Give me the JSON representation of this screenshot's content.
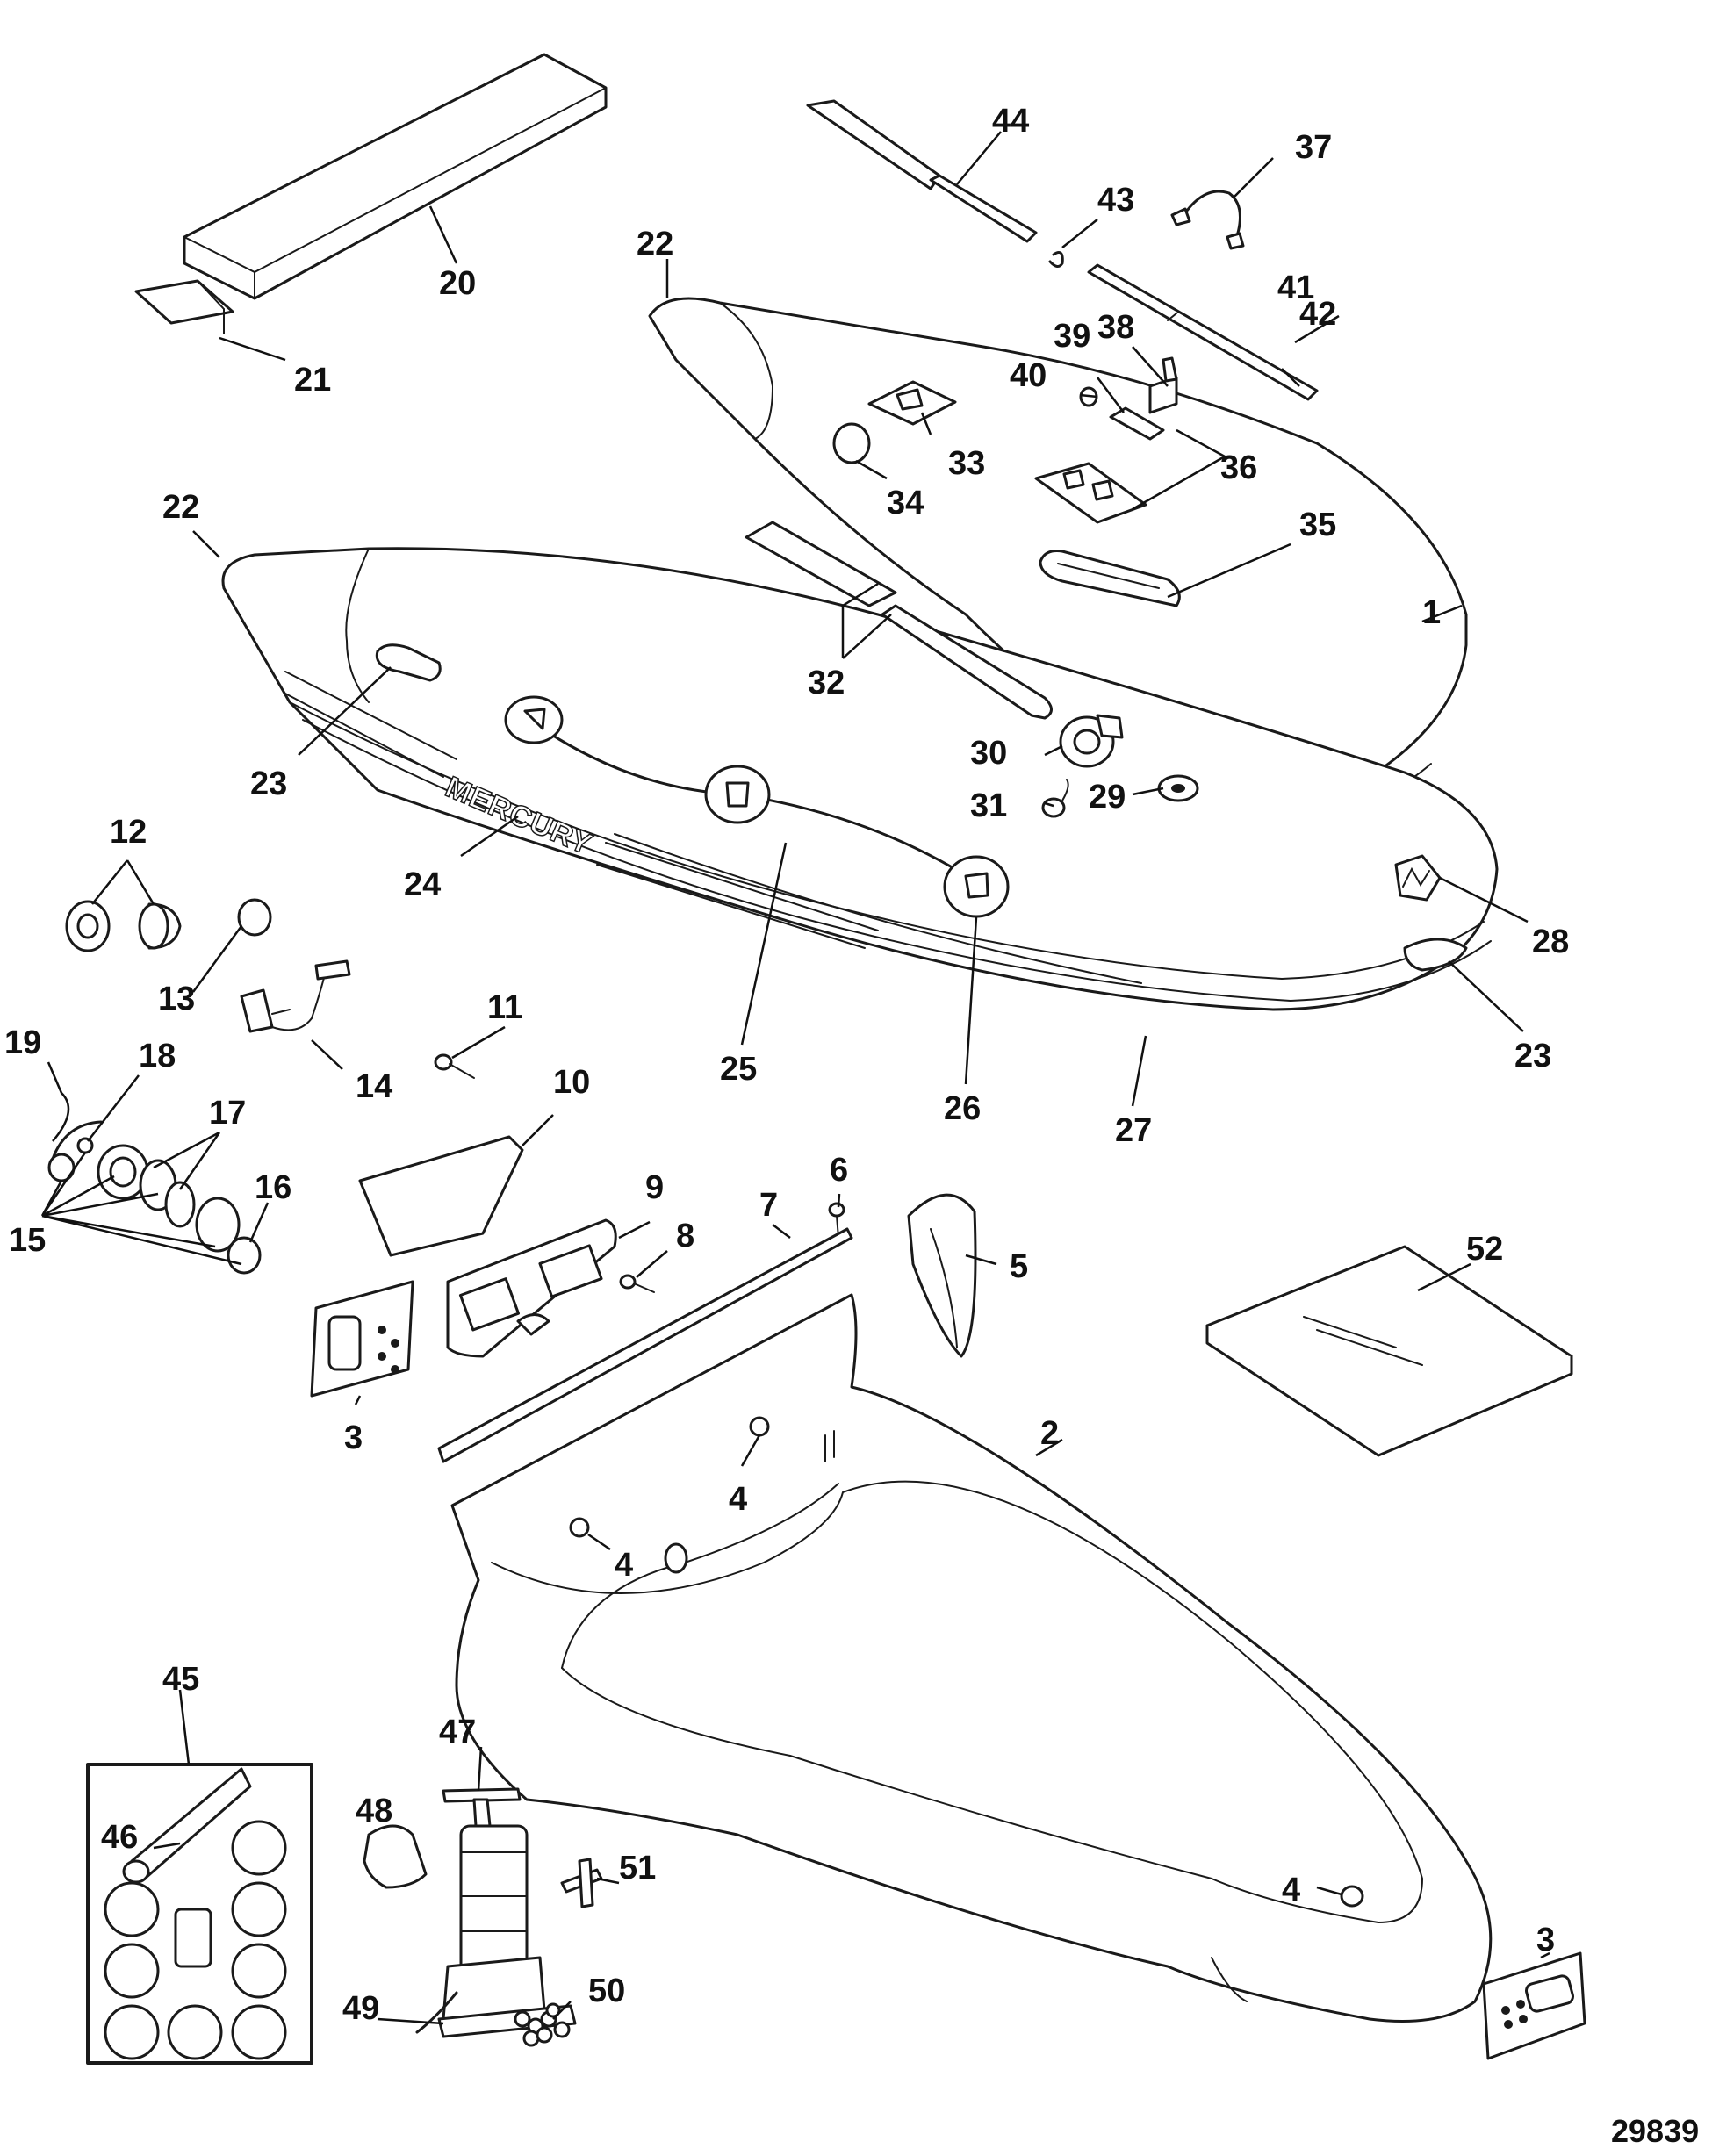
{
  "figure_number": "29839",
  "brand_logo_text": "MERCURY",
  "callouts": [
    {
      "id": "c1",
      "label": "1"
    },
    {
      "id": "c2",
      "label": "2"
    },
    {
      "id": "c3a",
      "label": "3"
    },
    {
      "id": "c3b",
      "label": "3"
    },
    {
      "id": "c4a",
      "label": "4"
    },
    {
      "id": "c4b",
      "label": "4"
    },
    {
      "id": "c4c",
      "label": "4"
    },
    {
      "id": "c5",
      "label": "5"
    },
    {
      "id": "c6",
      "label": "6"
    },
    {
      "id": "c7",
      "label": "7"
    },
    {
      "id": "c8",
      "label": "8"
    },
    {
      "id": "c9",
      "label": "9"
    },
    {
      "id": "c10",
      "label": "10"
    },
    {
      "id": "c11",
      "label": "11"
    },
    {
      "id": "c12",
      "label": "12"
    },
    {
      "id": "c13",
      "label": "13"
    },
    {
      "id": "c14",
      "label": "14"
    },
    {
      "id": "c15",
      "label": "15"
    },
    {
      "id": "c16",
      "label": "16"
    },
    {
      "id": "c17",
      "label": "17"
    },
    {
      "id": "c18",
      "label": "18"
    },
    {
      "id": "c19",
      "label": "19"
    },
    {
      "id": "c20",
      "label": "20"
    },
    {
      "id": "c21",
      "label": "21"
    },
    {
      "id": "c22a",
      "label": "22"
    },
    {
      "id": "c22b",
      "label": "22"
    },
    {
      "id": "c23a",
      "label": "23"
    },
    {
      "id": "c23b",
      "label": "23"
    },
    {
      "id": "c24",
      "label": "24"
    },
    {
      "id": "c25",
      "label": "25"
    },
    {
      "id": "c26",
      "label": "26"
    },
    {
      "id": "c27",
      "label": "27"
    },
    {
      "id": "c28",
      "label": "28"
    },
    {
      "id": "c29",
      "label": "29"
    },
    {
      "id": "c30",
      "label": "30"
    },
    {
      "id": "c31",
      "label": "31"
    },
    {
      "id": "c32",
      "label": "32"
    },
    {
      "id": "c33",
      "label": "33"
    },
    {
      "id": "c34",
      "label": "34"
    },
    {
      "id": "c35",
      "label": "35"
    },
    {
      "id": "c36",
      "label": "36"
    },
    {
      "id": "c37",
      "label": "37"
    },
    {
      "id": "c38",
      "label": "38"
    },
    {
      "id": "c39",
      "label": "39"
    },
    {
      "id": "c40",
      "label": "40"
    },
    {
      "id": "c41",
      "label": "41"
    },
    {
      "id": "c42",
      "label": "42"
    },
    {
      "id": "c43",
      "label": "43"
    },
    {
      "id": "c44",
      "label": "44"
    },
    {
      "id": "c45",
      "label": "45"
    },
    {
      "id": "c46",
      "label": "46"
    },
    {
      "id": "c47",
      "label": "47"
    },
    {
      "id": "c48",
      "label": "48"
    },
    {
      "id": "c49",
      "label": "49"
    },
    {
      "id": "c50",
      "label": "50"
    },
    {
      "id": "c51",
      "label": "51"
    },
    {
      "id": "c52",
      "label": "52"
    }
  ]
}
